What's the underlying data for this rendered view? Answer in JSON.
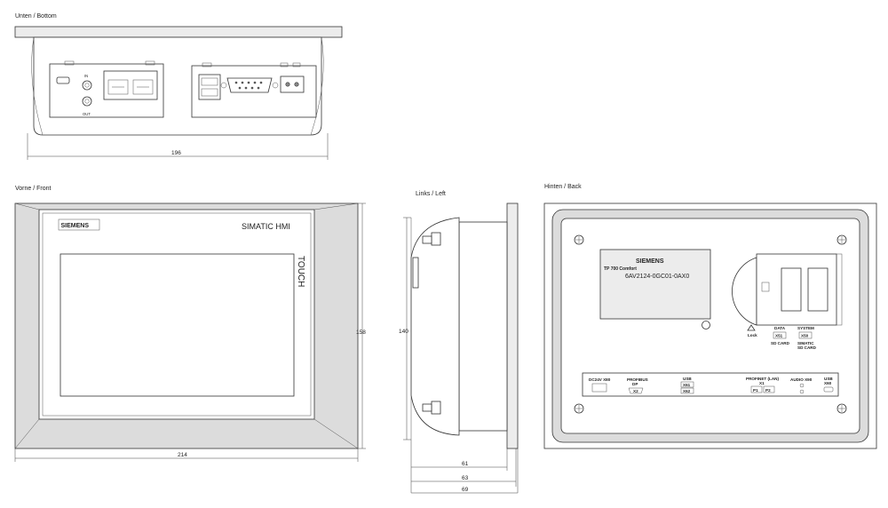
{
  "views": {
    "bottom": {
      "label": "Unten / Bottom",
      "width_dim": "196",
      "port_in": "IN",
      "port_out": "OUT"
    },
    "front": {
      "label": "Vorne / Front",
      "width_dim": "214",
      "height_dim": "158",
      "brand_label": "SIEMENS",
      "product_label": "SIMATIC HMI",
      "touch_label": "TOUCH"
    },
    "left": {
      "label": "Links / Left",
      "height_dim": "140",
      "depth_dims": [
        "61",
        "63",
        "69"
      ]
    },
    "back": {
      "label": "Hinten / Back",
      "brand_label": "SIEMENS",
      "model": "TP 700 Comfort",
      "order_number": "6AV2124-0GC01-0AX0",
      "lock_label": "Lock",
      "data_slot": {
        "title": "DATA",
        "id": "X51",
        "caption": "SD CARD"
      },
      "system_slot": {
        "title": "SYSTEM",
        "id": "X50",
        "caption1": "SIMATIC",
        "caption2": "SD CARD"
      },
      "ports": {
        "power": {
          "label": "DC24V X80"
        },
        "profibus": {
          "label": "PROFIBUS",
          "sub": "DP",
          "id": "X2"
        },
        "usb": {
          "label": "USB",
          "id1": "X61",
          "id2": "X62"
        },
        "profinet": {
          "label": "PROFINET (LAN)",
          "id": "X1",
          "p1": "P1",
          "p2": "P2"
        },
        "audio": {
          "label": "AUDIO X90"
        },
        "usb_b": {
          "label": "USB",
          "id": "X60"
        }
      }
    }
  },
  "colors": {
    "line": "#333333",
    "panel_fill": "#dcdcdc",
    "background": "#ffffff"
  }
}
